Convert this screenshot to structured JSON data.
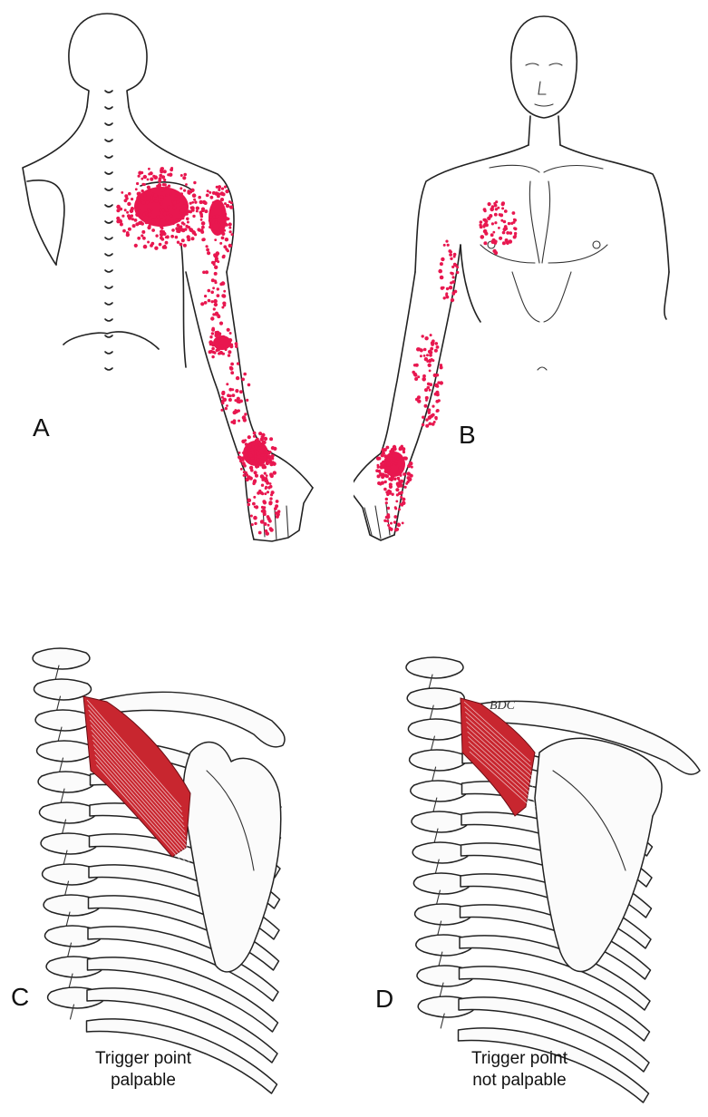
{
  "colors": {
    "referred_pain": "#e8174f",
    "muscle": "#c8262f",
    "ink": "#222222"
  },
  "panels": [
    {
      "id": "A",
      "label": "A"
    },
    {
      "id": "B",
      "label": "B"
    },
    {
      "id": "C",
      "label": "C",
      "caption": [
        "Trigger point",
        "palpable"
      ]
    },
    {
      "id": "D",
      "label": "D",
      "caption": [
        "Trigger point",
        "not palpable"
      ]
    }
  ],
  "signature": "BDC"
}
